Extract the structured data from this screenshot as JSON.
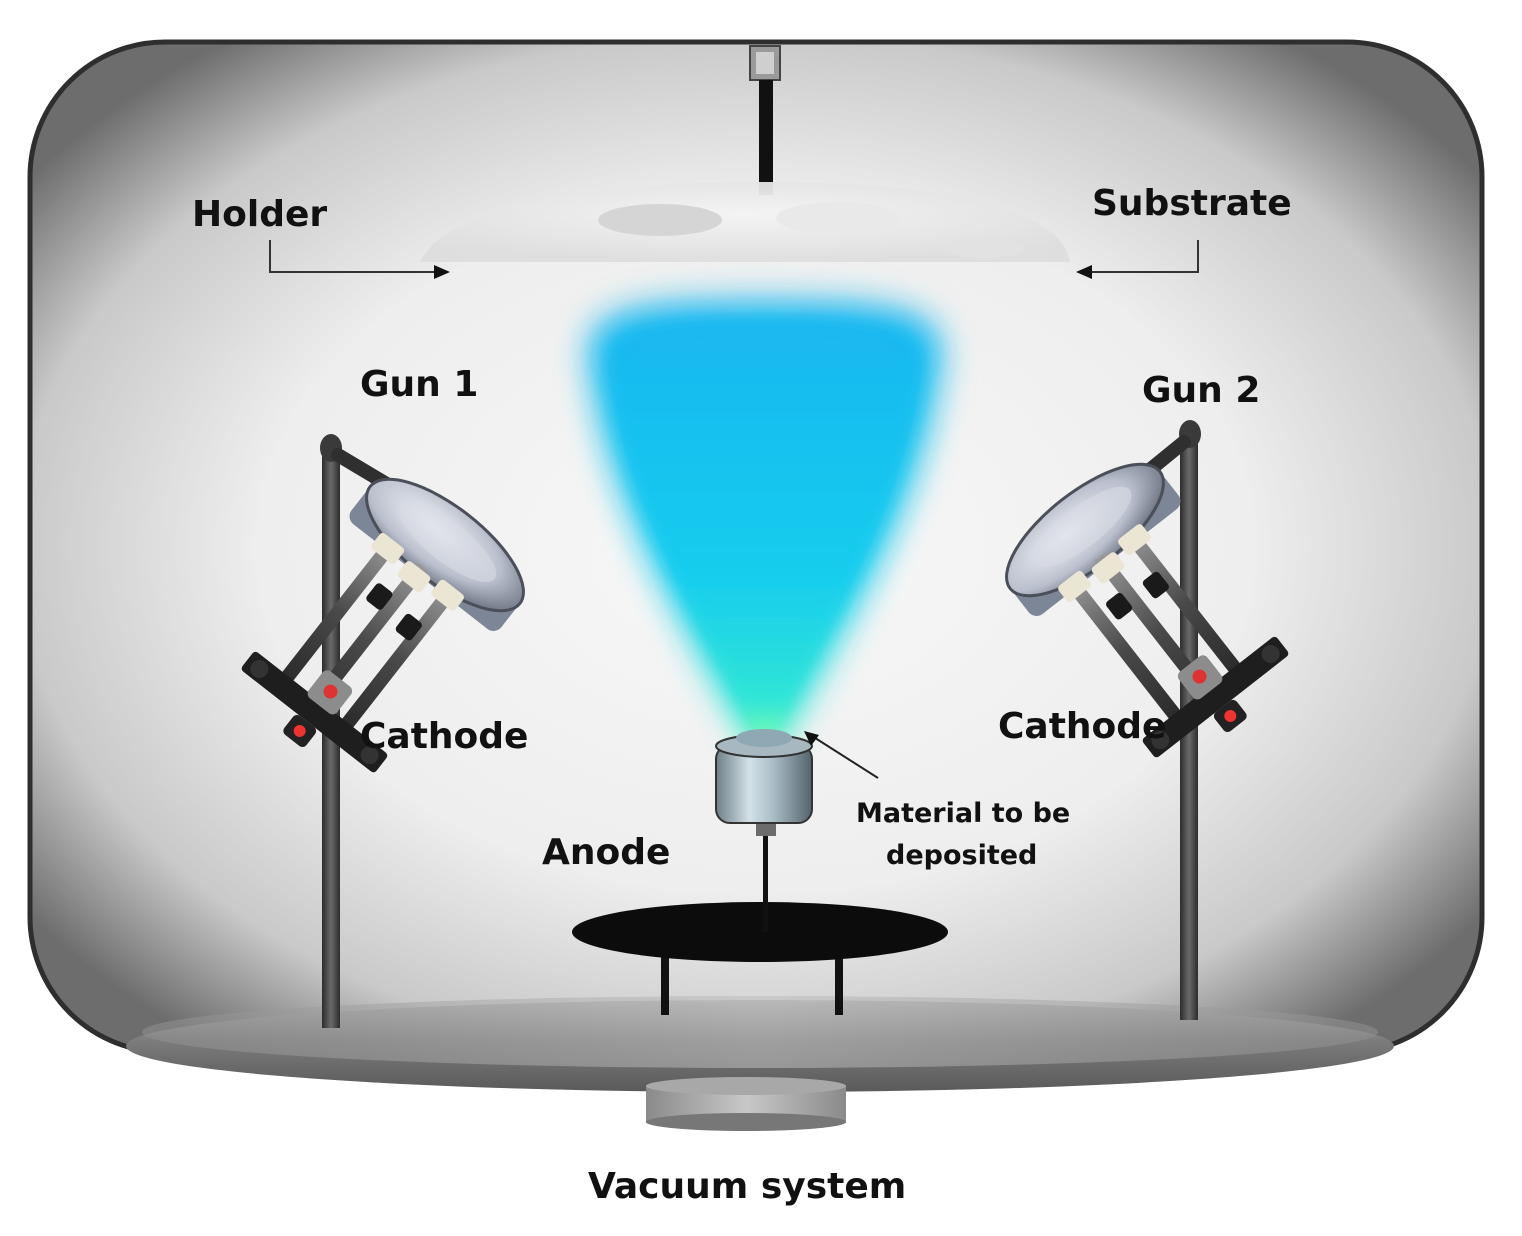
{
  "labels": {
    "holder": "Holder",
    "substrate": "Substrate",
    "gun1": "Gun 1",
    "gun2": "Gun 2",
    "cathode_left": "Cathode",
    "cathode_right": "Cathode",
    "anode": "Anode",
    "material_line1": "Material to be",
    "material_line2": "deposited",
    "vacuum": "Vacuum system"
  },
  "colors": {
    "plasma": "#1fc8f2",
    "plasma_tip": "#7dffb0",
    "chamber_edge": "#3a3a3a",
    "base_plate": "#8a8a8a",
    "ink": "#111111"
  }
}
